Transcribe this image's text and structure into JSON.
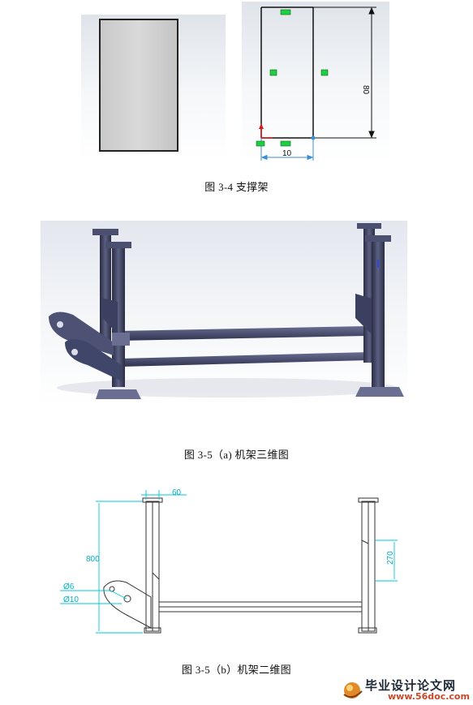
{
  "figures": {
    "fig_3_4": {
      "caption": "图 3-4 支撑架",
      "sketch_dim_height": "80",
      "sketch_dim_width": "10"
    },
    "fig_3_5a": {
      "caption": "图 3-5（a) 机架三维图"
    },
    "fig_3_5b": {
      "caption": "图 3-5（b）机架二维图",
      "dim_top": "60",
      "dim_height": "800",
      "dim_side": "270",
      "dim_hole_small": "Ø6",
      "dim_hole_large": "Ø10"
    }
  },
  "watermark": {
    "title": "毕业设计论文网",
    "url": "www.56doc.com"
  },
  "colors": {
    "dimension_line": "#00c8dc",
    "frame_metal": "#3c3f5a",
    "sketch_relation": "#22cc44"
  }
}
